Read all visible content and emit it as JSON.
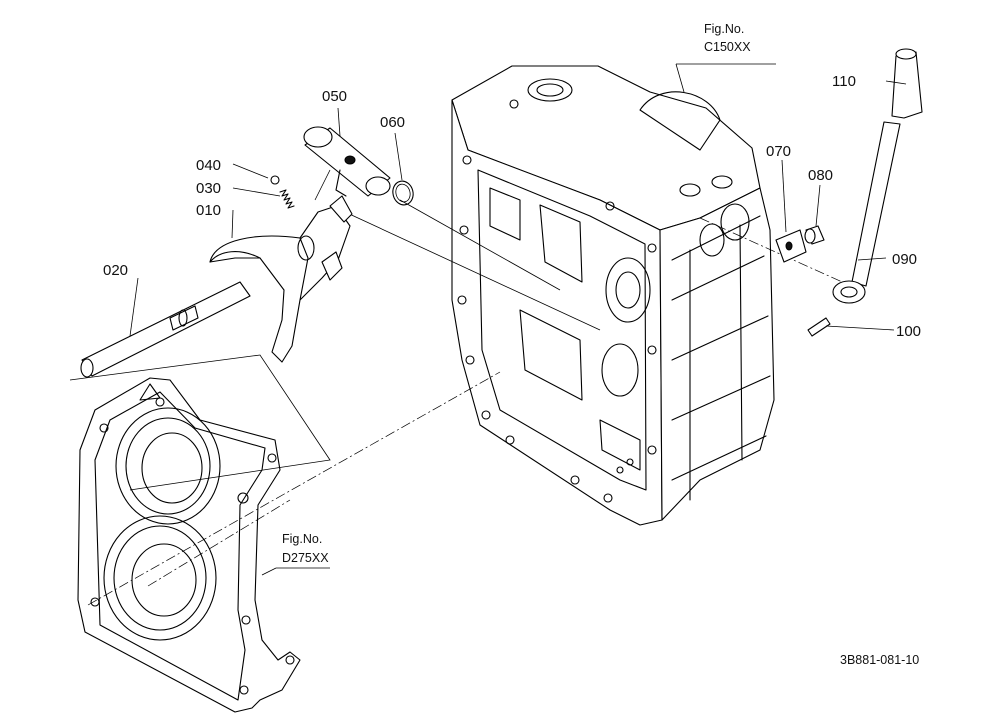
{
  "part_labels": {
    "p010": "010",
    "p020": "020",
    "p030": "030",
    "p040": "040",
    "p050": "050",
    "p060": "060",
    "p070": "070",
    "p080": "080",
    "p090": "090",
    "p100": "100",
    "p110": "110"
  },
  "figure_refs": {
    "transmission_case": {
      "line1": "Fig.No.",
      "line2": "C150XX"
    },
    "front_cover": {
      "line1": "Fig.No.",
      "line2": "D275XX"
    }
  },
  "drawing_id": "3B881-081-10"
}
